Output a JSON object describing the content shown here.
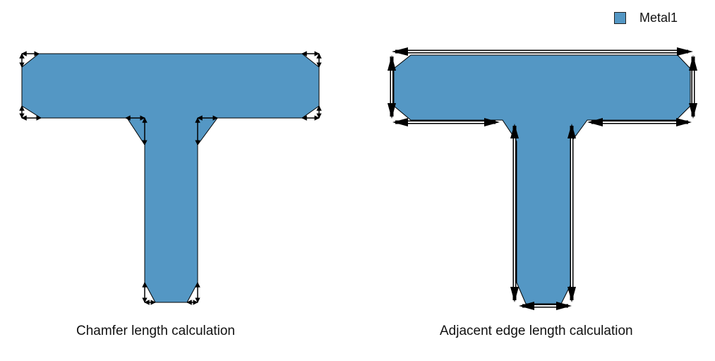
{
  "legend": {
    "label": "Metal1",
    "color": "#5497c4"
  },
  "panels": {
    "left": {
      "caption": "Chamfer length calculation"
    },
    "right": {
      "caption": "Adjacent edge length calculation"
    }
  },
  "colors": {
    "metal_fill": "#5497c4",
    "outline": "#000000",
    "arrow": "#000000",
    "background": "#ffffff"
  }
}
